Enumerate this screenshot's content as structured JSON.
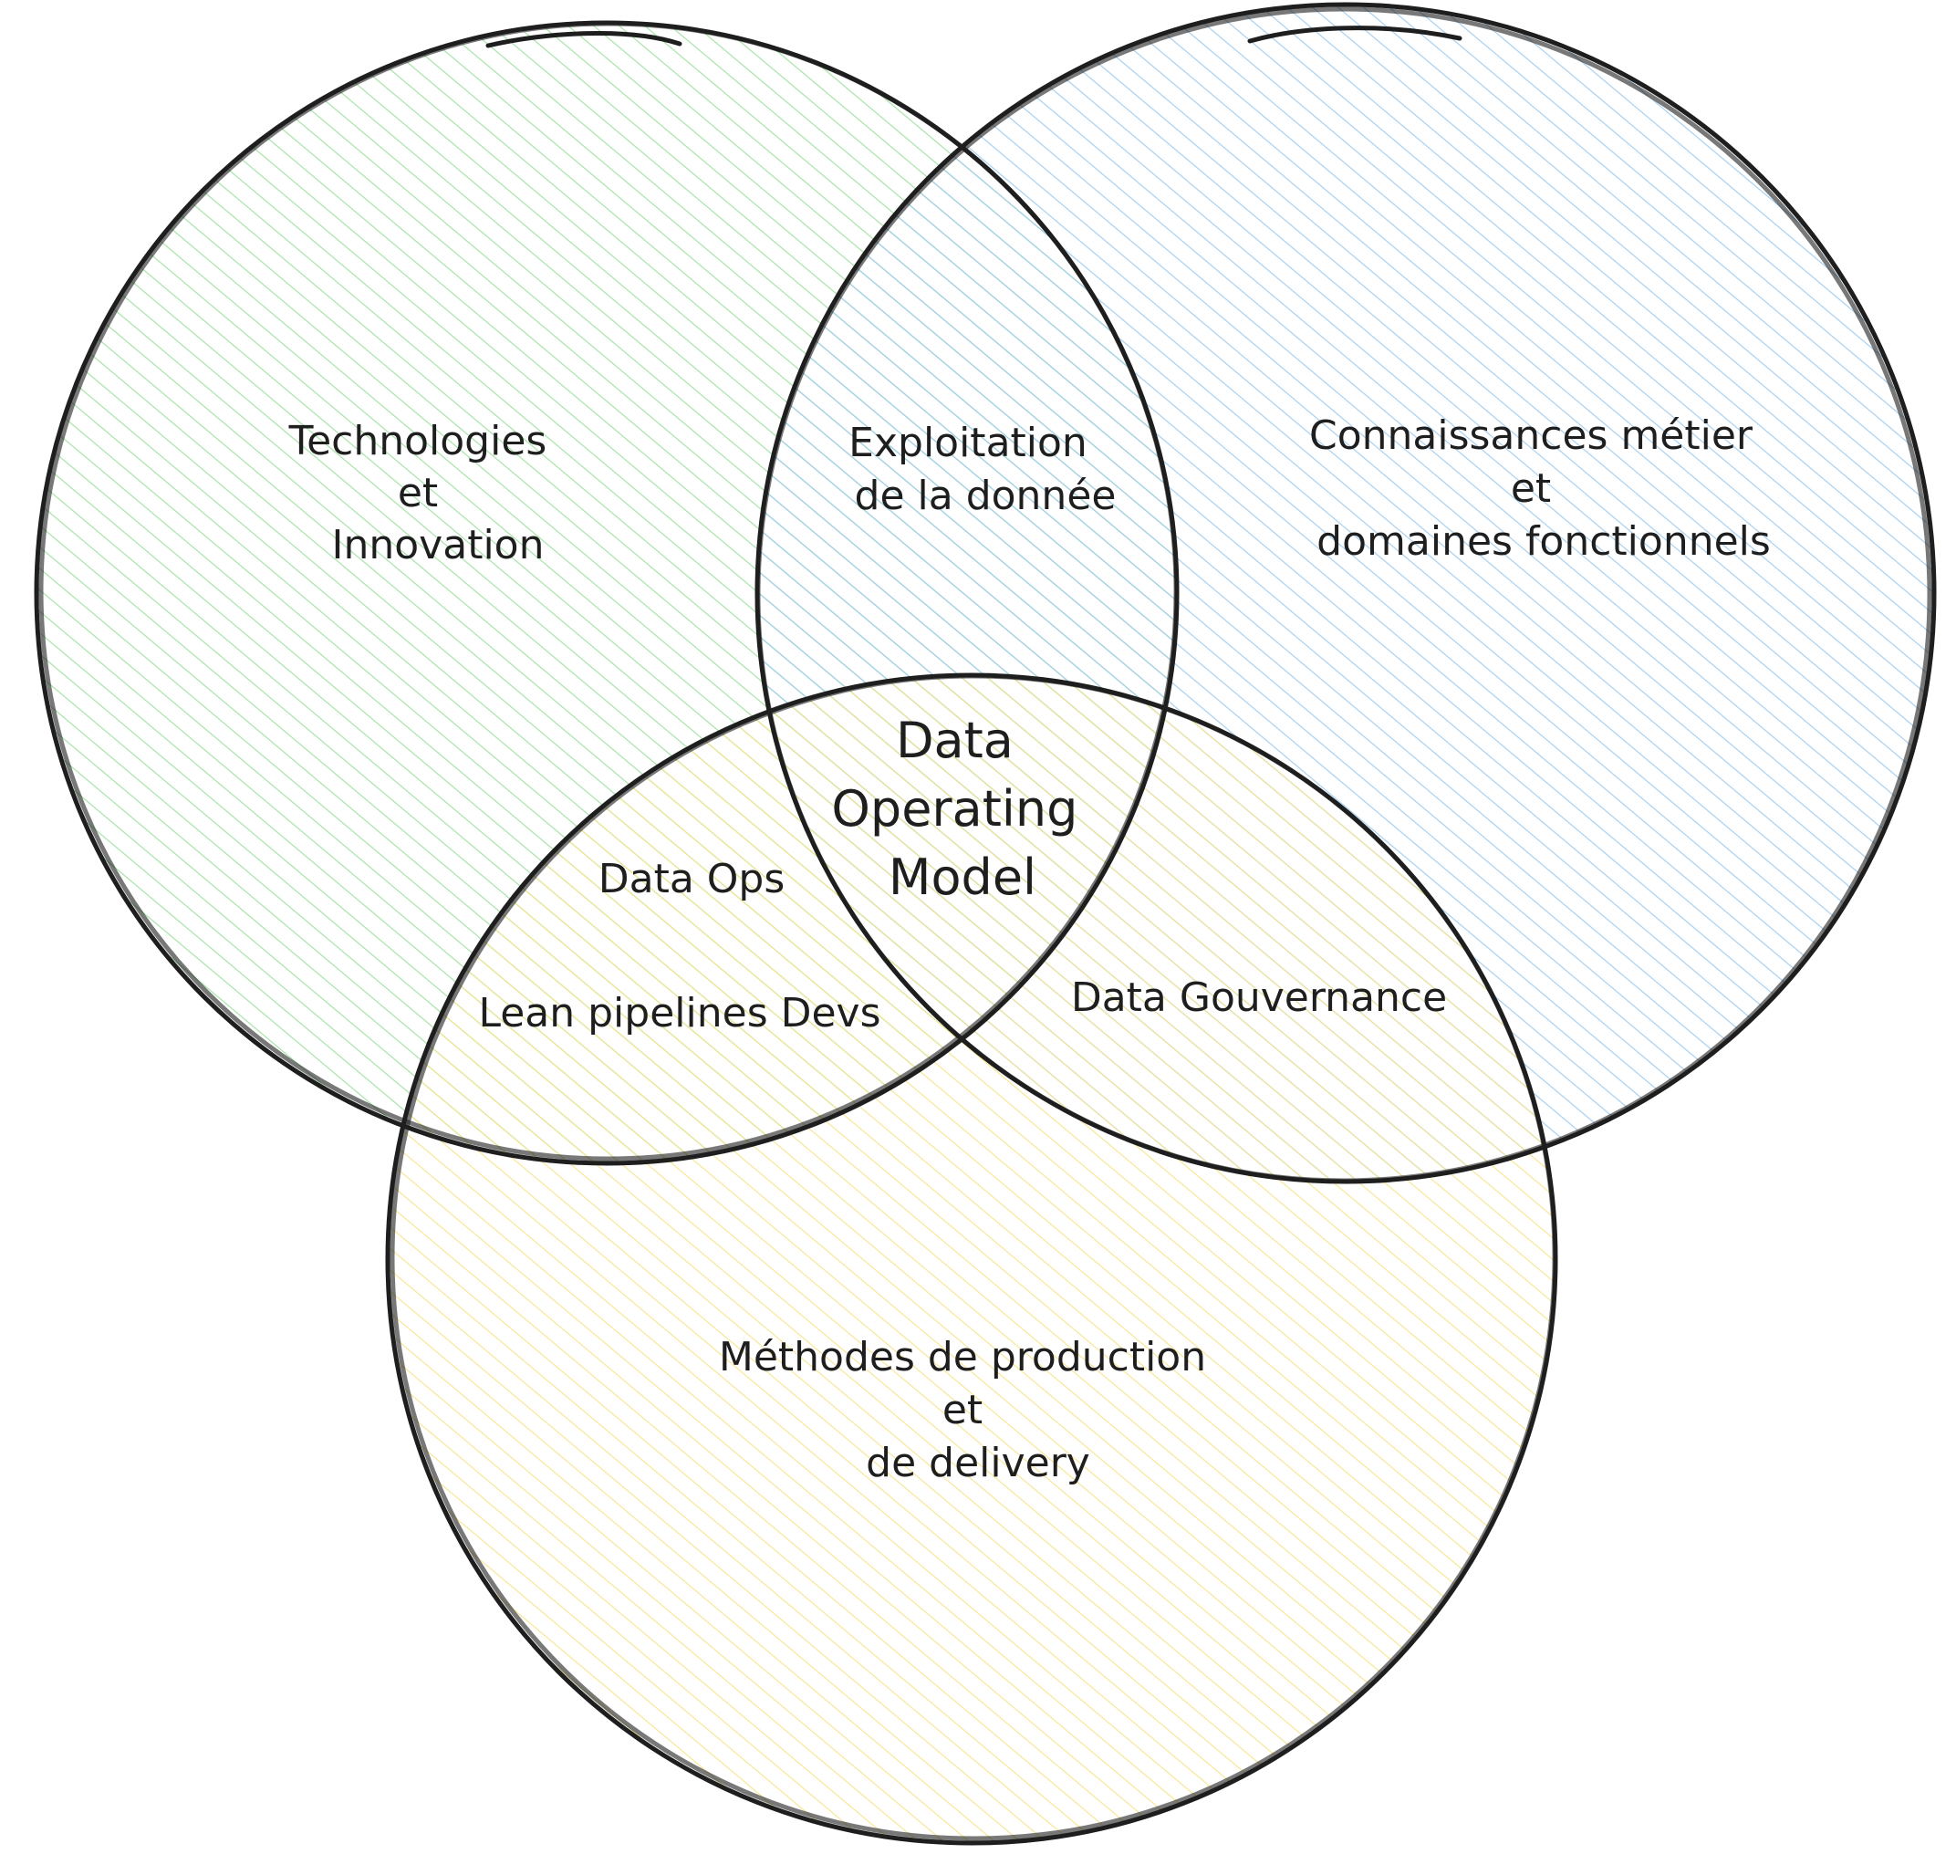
{
  "circles": [
    {
      "id": "technologies",
      "color": "#a6e3a8",
      "lines": [
        "Technologies",
        "et",
        "Innovation"
      ]
    },
    {
      "id": "metier",
      "color": "#a2cdef",
      "lines": [
        "Connaissances métier",
        "et",
        "domaines fonctionnels"
      ]
    },
    {
      "id": "methodes",
      "color": "#f7e592",
      "lines": [
        "Méthodes de production",
        "et",
        "de delivery"
      ]
    }
  ],
  "intersections": {
    "tech_metier": [
      "Exploitation",
      "de la donnée"
    ],
    "tech_methodes": [
      "Data Ops"
    ],
    "tech_methodes_2": [
      "Lean pipelines Devs"
    ],
    "metier_methodes": [
      "Data Gouvernance"
    ],
    "center": [
      "Data",
      "Operating",
      "Model"
    ]
  },
  "stroke_color": "#1e1e1e"
}
